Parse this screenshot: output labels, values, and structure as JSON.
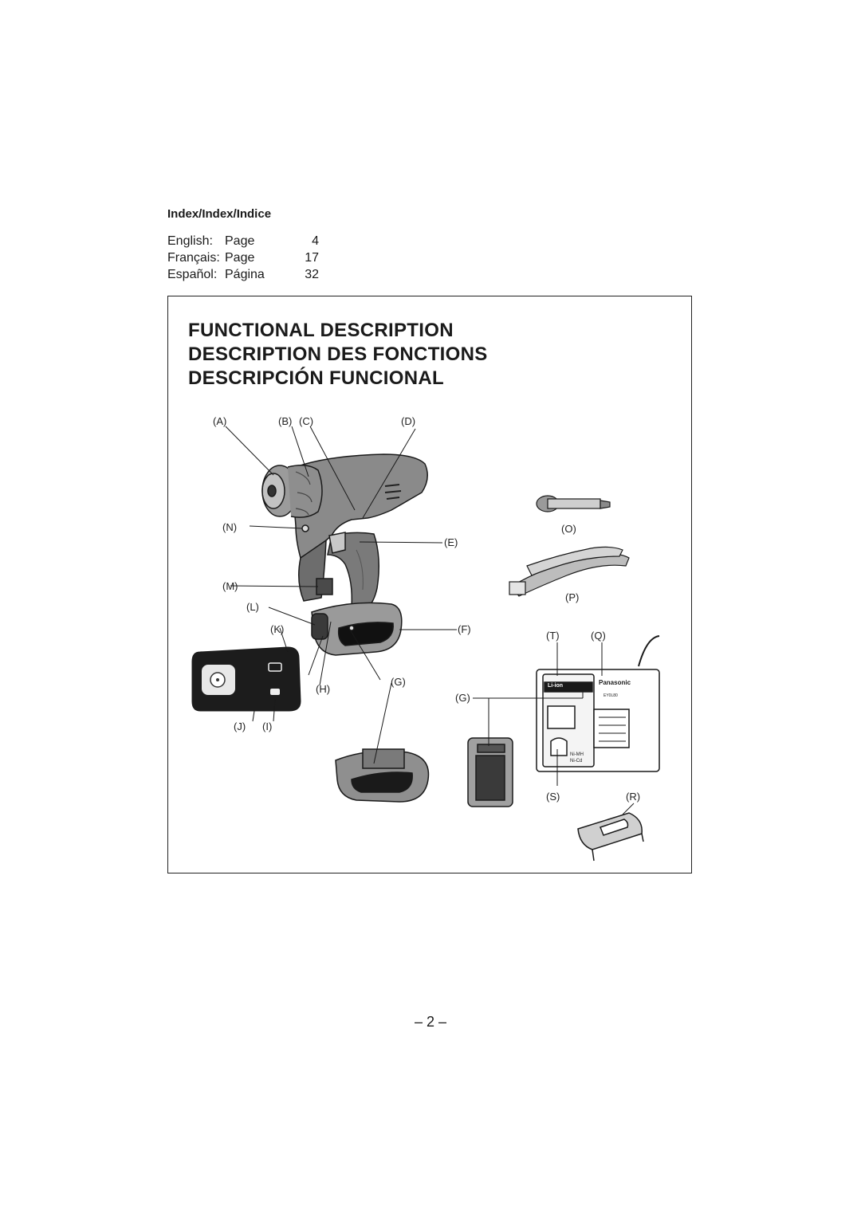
{
  "index": {
    "title": "Index/Index/Indice",
    "rows": [
      {
        "language": "English:",
        "word": "Page",
        "page": "4"
      },
      {
        "language": "Français:",
        "word": "Page",
        "page": "17"
      },
      {
        "language": "Español:",
        "word": "Página",
        "page": "32"
      }
    ]
  },
  "headings": [
    "FUNCTIONAL DESCRIPTION",
    "DESCRIPTION DES FONCTIONS",
    "DESCRIPCIÓN FUNCIONAL"
  ],
  "part_labels": {
    "A": "(A)",
    "B": "(B)",
    "C": "(C)",
    "D": "(D)",
    "E": "(E)",
    "F": "(F)",
    "G1": "(G)",
    "G2": "(G)",
    "H": "(H)",
    "I": "(I)",
    "J": "(J)",
    "K": "(K)",
    "L": "(L)",
    "M": "(M)",
    "N": "(N)",
    "O": "(O)",
    "P": "(P)",
    "Q": "(Q)",
    "R": "(R)",
    "S": "(S)",
    "T": "(T)"
  },
  "charger_text": {
    "brand": "Panasonic",
    "battery_type": "Li-ion",
    "model": "EY0L80",
    "nimh": "Ni-MH",
    "nicd": "Ni-Cd"
  },
  "page_number": "– 2 –"
}
